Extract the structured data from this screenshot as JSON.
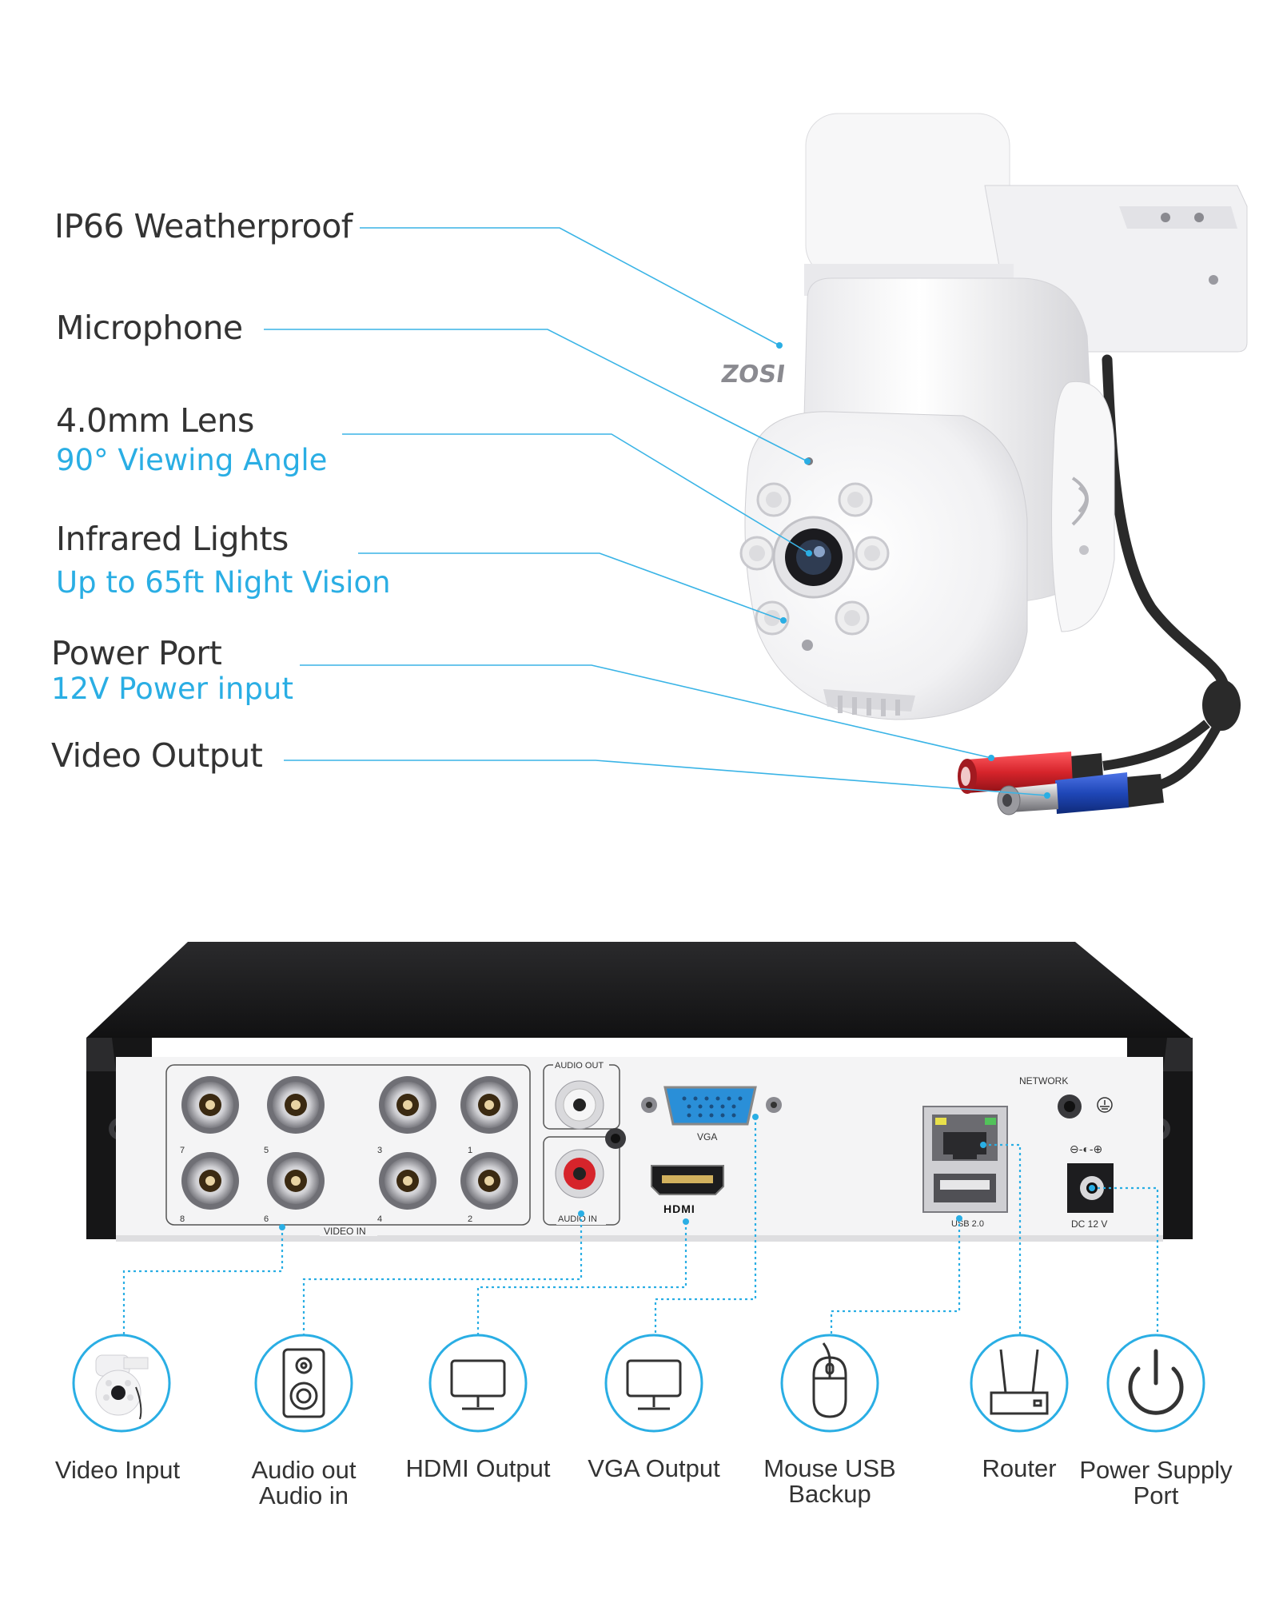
{
  "colors": {
    "accent": "#2aaee4",
    "text": "#333333",
    "body_white": "#f2f2f3",
    "dvr_black": "#1a1a1a",
    "red_plug": "#d6242b",
    "blue_plug": "#1f47b8"
  },
  "camera": {
    "brand": "ZOSI",
    "features": [
      {
        "title": "IP66 Weatherproof",
        "sub": ""
      },
      {
        "title": "Microphone",
        "sub": ""
      },
      {
        "title": "4.0mm Lens",
        "sub": "90° Viewing Angle"
      },
      {
        "title": "Infrared Lights",
        "sub": "Up to 65ft Night Vision"
      },
      {
        "title": "Power Port",
        "sub": "12V Power input"
      },
      {
        "title": "Video Output",
        "sub": ""
      }
    ]
  },
  "dvr": {
    "labels": {
      "audio_out": "AUDIO OUT",
      "audio_in": "AUDIO IN",
      "video_in": "VIDEO IN",
      "vga": "VGA",
      "hdmi": "HDMI",
      "network": "NETWORK",
      "usb": "USB 2.0",
      "dc": "DC 12 V",
      "polarity": "⊖-◐-⊕",
      "ports": [
        "7",
        "5",
        "3",
        "1",
        "8",
        "6",
        "4",
        "2"
      ]
    }
  },
  "icons": [
    {
      "name": "camera-icon",
      "label": "Video Input"
    },
    {
      "name": "speaker-icon",
      "label": "Audio out\nAudio in"
    },
    {
      "name": "monitor-icon",
      "label": "HDMI Output"
    },
    {
      "name": "monitor-icon",
      "label": "VGA Output"
    },
    {
      "name": "mouse-icon",
      "label": "Mouse USB\nBackup"
    },
    {
      "name": "router-icon",
      "label": "Router"
    },
    {
      "name": "power-icon",
      "label": "Power Supply\nPort"
    }
  ]
}
